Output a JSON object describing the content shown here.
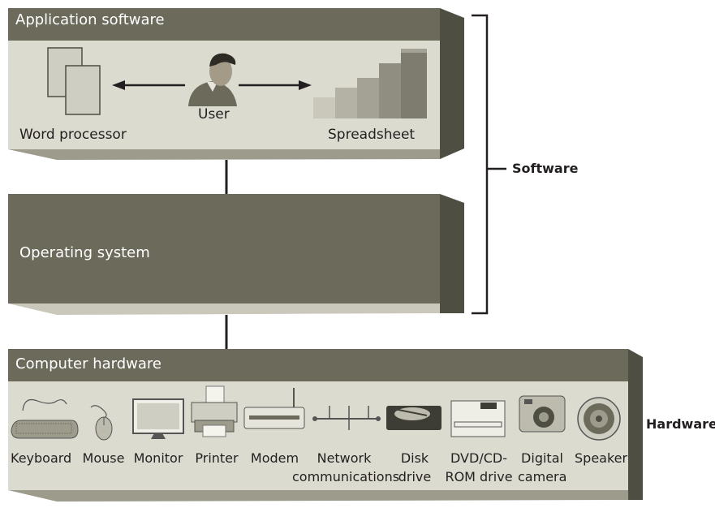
{
  "layers": {
    "application": {
      "title": "Application software",
      "user_label": "User",
      "word_processor_label": "Word processor",
      "spreadsheet_label": "Spreadsheet"
    },
    "os": {
      "title": "Operating system"
    },
    "hardware": {
      "title": "Computer hardware",
      "devices": [
        {
          "label": "Keyboard",
          "icon": "keyboard-icon"
        },
        {
          "label": "Mouse",
          "icon": "mouse-icon"
        },
        {
          "label": "Monitor",
          "icon": "monitor-icon"
        },
        {
          "label": "Printer",
          "icon": "printer-icon"
        },
        {
          "label": "Modem",
          "icon": "modem-icon"
        },
        {
          "label": "Network communications",
          "icon": "network-icon"
        },
        {
          "label": "Disk drive",
          "icon": "disk-drive-icon"
        },
        {
          "label": "DVD/CD-ROM drive",
          "icon": "dvd-drive-icon"
        },
        {
          "label": "Digital camera",
          "icon": "camera-icon"
        },
        {
          "label": "Speaker",
          "icon": "speaker-icon"
        }
      ]
    }
  },
  "brackets": {
    "software_label": "Software",
    "hardware_label": "Hardware"
  },
  "colors": {
    "panel_top": "#6b6a5b",
    "panel_face": "#dcdbd0",
    "panel_side": "#4f4e42",
    "panel_bottom": "#9c9b8c",
    "text": "#231f20"
  }
}
